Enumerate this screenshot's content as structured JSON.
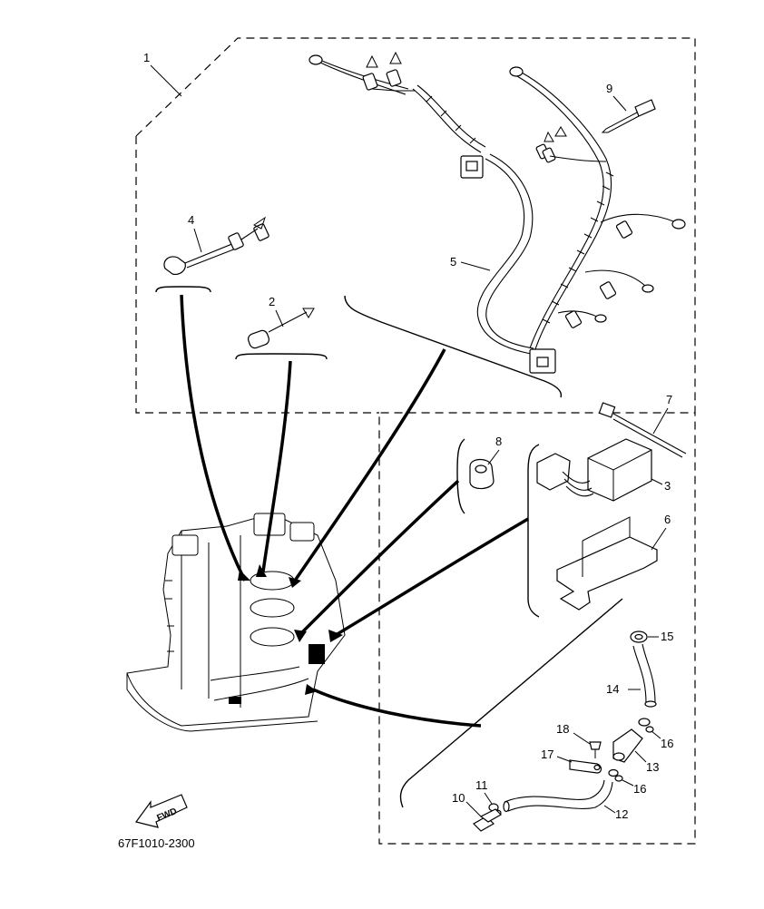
{
  "diagram_code": "67F1010-2300",
  "fwd_label": "FWD",
  "callouts": {
    "c1": "1",
    "c2": "2",
    "c3": "3",
    "c4": "4",
    "c5": "5",
    "c6": "6",
    "c7": "7",
    "c8": "8",
    "c9": "9",
    "c10": "10",
    "c11": "11",
    "c12": "12",
    "c13": "13",
    "c14": "14",
    "c15": "15",
    "c16a": "16",
    "c16b": "16",
    "c17": "17",
    "c18": "18"
  }
}
